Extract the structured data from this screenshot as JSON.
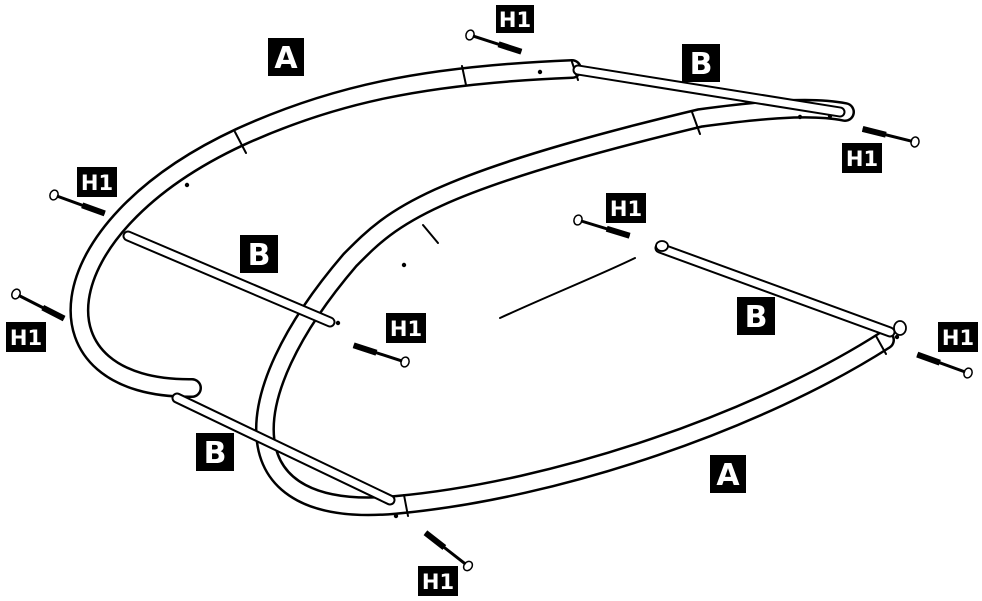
{
  "diagram": {
    "parts": {
      "arc": "A",
      "crossbar": "B",
      "bolt": "H1"
    },
    "colors": {
      "line": "#000000",
      "fill": "#ffffff",
      "label_bg": "#000000",
      "label_text": "#ffffff"
    }
  }
}
